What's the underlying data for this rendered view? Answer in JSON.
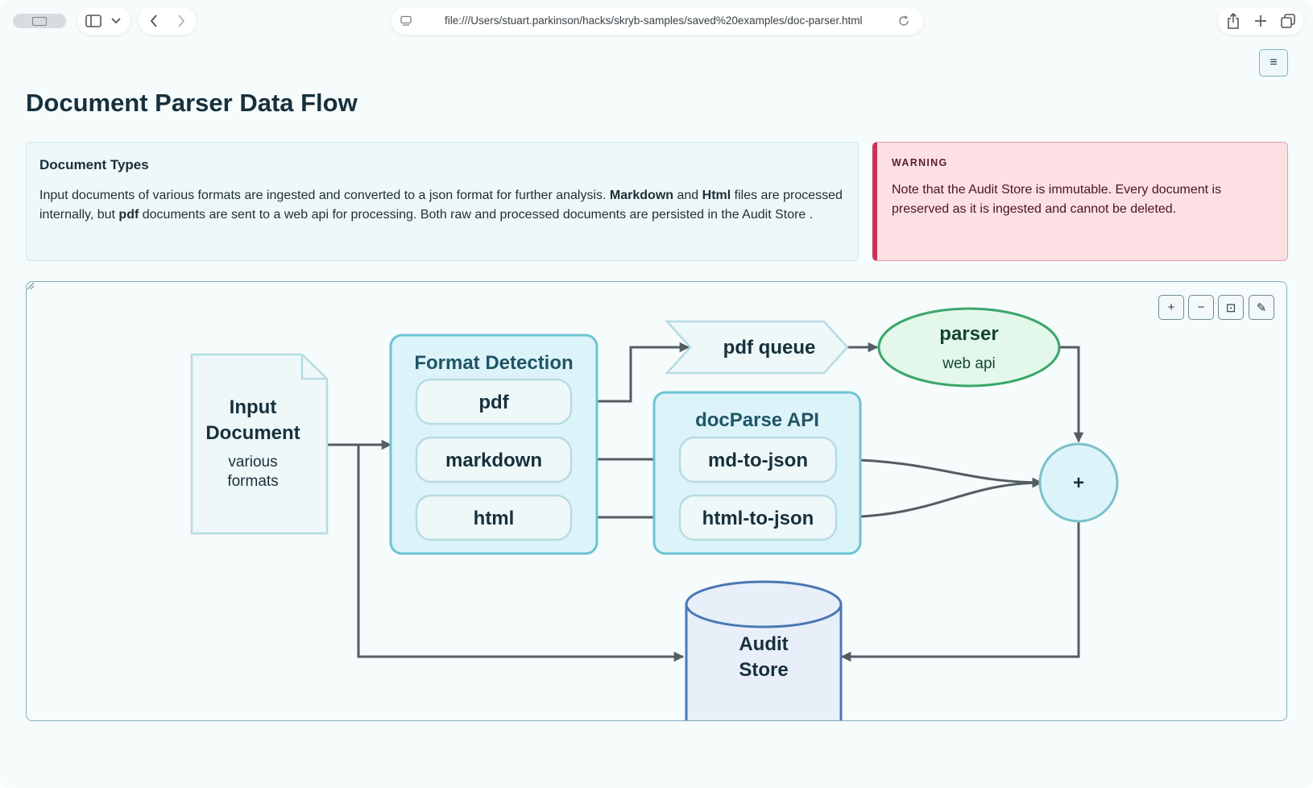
{
  "browser": {
    "url": "file:///Users/stuart.parkinson/hacks/skryb-samples/saved%20examples/doc-parser.html"
  },
  "page": {
    "title": "Document Parser Data Flow",
    "menu_icon": "≡"
  },
  "info": {
    "title": "Document Types",
    "text_1": "Input documents of various formats are ingested and converted to a json format for further analysis. ",
    "bold_markdown": "Markdown",
    "text_2": " and ",
    "bold_html": "Html",
    "text_3": " files are processed internally, but ",
    "bold_pdf": "pdf",
    "text_4": " documents are sent to a web api for processing. Both raw and processed documents are persisted in the Audit Store ."
  },
  "warning": {
    "label": "WARNING",
    "text": "Note that the Audit Store is immutable. Every document is preserved as it is ingested and cannot be deleted."
  },
  "toolbar": {
    "zoom_in": "+",
    "zoom_out": "−",
    "fit": "⊡",
    "edit": "✎"
  },
  "diagram": {
    "input_doc": {
      "line1": "Input",
      "line2": "Document",
      "sub1": "various",
      "sub2": "formats"
    },
    "format_detection": {
      "title": "Format Detection",
      "pdf": "pdf",
      "markdown": "markdown",
      "html": "html"
    },
    "pdf_queue": "pdf queue",
    "parser": {
      "title": "parser",
      "sub": "web api"
    },
    "docparse": {
      "title": "docParse API",
      "md": "md-to-json",
      "html": "html-to-json"
    },
    "merge": "+",
    "audit_store": {
      "line1": "Audit",
      "line2": "Store"
    }
  },
  "colors": {
    "accent": "#6cc4d3",
    "node_fill": "#dcf4f9",
    "doc_border": "#b7dbe2",
    "parser_fill": "#e3f7ea",
    "parser_border": "#3aa66b",
    "store_fill": "#e8eff9",
    "store_border": "#4a78b4",
    "arrow": "#545d63",
    "warning_border": "#c9335a"
  }
}
